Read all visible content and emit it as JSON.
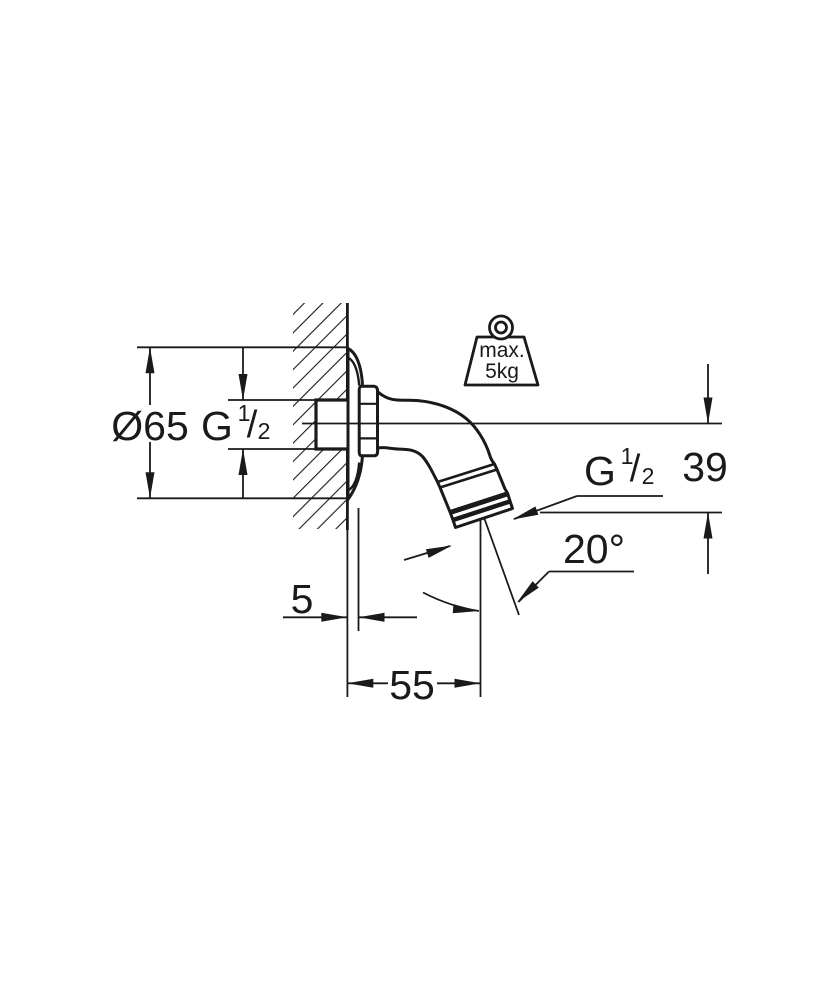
{
  "palette": {
    "line": "#1a1a1a",
    "background": "#ffffff"
  },
  "dimensions": {
    "flange_diameter": "Ø65",
    "wall_offset": "5",
    "projection": "55",
    "drop_height": "39",
    "outlet_angle": "20°"
  },
  "thread_label": {
    "g": "G",
    "numerator": "1",
    "slash": "/",
    "denominator": "2"
  },
  "weight_badge": {
    "line1": "max.",
    "line2": "5kg"
  }
}
